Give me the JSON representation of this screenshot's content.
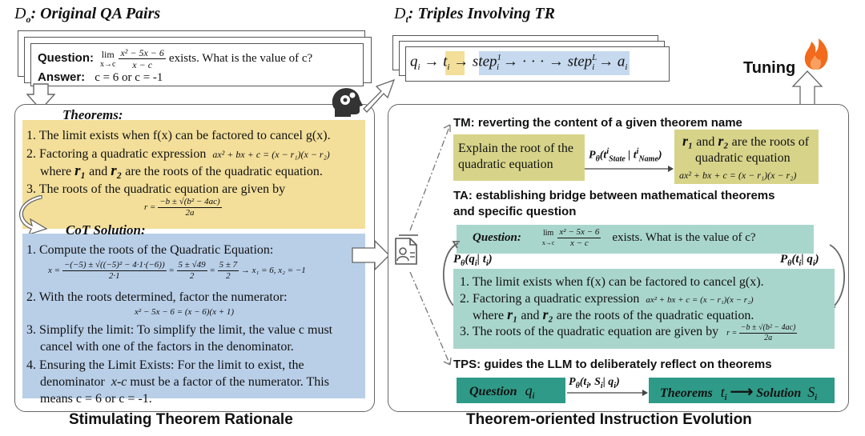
{
  "left": {
    "do_label": "D",
    "do_sub": "o",
    "do_title": ": Original QA Pairs",
    "question_label": "Question:",
    "question_lim": "lim",
    "question_lim_sub": "x→c",
    "question_num": "x² − 5x − 6",
    "question_den": "x − c",
    "question_text": "exists. What is the value of c?",
    "answer_label": "Answer:",
    "answer_text": "c = 6 or c = -1",
    "theorems_title": "Theorems:",
    "theorems": [
      "1. The limit exists when f(x) can be factored to cancel g(x).",
      "2. Factoring a quadratic expression",
      "where",
      "and",
      "are the roots of the quadratic equation.",
      "3. The roots of the quadratic equation are given by"
    ],
    "quad_expr": "ax² + bx + c = (x − r₁)(x − r₂)",
    "r1": "r₁",
    "r2": "r₂",
    "root_formula_lhs": "r =",
    "root_formula_num": "−b ± √(b² − 4ac)",
    "root_formula_den": "2a",
    "cot_title": "CoT Solution:",
    "cot": [
      "1. Compute the roots of the Quadratic Equation:",
      "2. With the roots determined, factor the numerator:",
      "3. Simplify the limit: To simplify the limit, the value c must",
      "cancel with one of the factors in the denominator.",
      "4. Ensuring the Limit Exists: For the limit to exist, the",
      "denominator",
      "x-c",
      "must be a factor of the numerator. This",
      "means c = 6 or c = -1."
    ],
    "cot_eq_lhs": "x =",
    "cot_eq_num1": "−(−5) ± √((−5)² − 4·1·(−6))",
    "cot_eq_den1": "2·1",
    "cot_eq_num2": "5 ± √49",
    "cot_eq_den2": "2",
    "cot_eq_num3": "5 ± 7",
    "cot_eq_den3": "2",
    "cot_eq_result": "→ x₁ = 6, x₂ = −1",
    "factor_eq": "x² − 5x − 6 = (x − 6)(x + 1)",
    "caption": "Stimulating Theorem Rationale"
  },
  "right": {
    "dt_label": "D",
    "dt_sub": "t",
    "dt_title": ": Triples Involving TR",
    "chain": {
      "q": "q",
      "q_sub": "i",
      "t": "t",
      "t_sub": "i",
      "step": "step",
      "step_sub": "i",
      "step1_sup": "1",
      "stepL_sup": "L",
      "dots": "· · ·",
      "a": "a",
      "a_sub": "i"
    },
    "tuning_label": "Tuning",
    "tm_heading": "TM: reverting the content of a given theorem name",
    "tm_left": "Explain the root of the quadratic equation",
    "tm_prob": "P",
    "tm_prob_args": "(t",
    "tm_state": "State",
    "tm_name": "Name",
    "tm_right_1": "are the roots of",
    "tm_right_2": "quadratic equation",
    "ta_heading_1": "TA: establishing bridge between mathematical theorems",
    "ta_heading_2": "and specific question",
    "ta_question_label": "Question:",
    "ta_question_text": "exists. What is the value of c?",
    "p_left": "P",
    "p_left_args": "(q",
    "p_left_rest": "| t",
    "p_right": "P",
    "p_right_args": "(t",
    "p_right_rest": "| q",
    "ta_theorems": [
      "1. The limit exists when f(x) can be factored to cancel g(x).",
      "2. Factoring a quadratic expression",
      "where",
      "and",
      "are the roots of the quadratic equation.",
      "3. The roots of the quadratic equation are given by"
    ],
    "tps_heading": "TPS: guides the LLM to deliberately reflect on theorems",
    "tps_question": "Question",
    "tps_q": "q",
    "tps_q_sub": "i",
    "tps_prob": "P",
    "tps_prob_args": "(t",
    "tps_prob_rest": ", S",
    "tps_prob_end": "| q",
    "tps_theorems": "Theorems",
    "tps_t": "t",
    "tps_t_sub": "i",
    "tps_solution": "Solution",
    "tps_s": "S",
    "tps_s_sub": "i",
    "caption": "Theorem-oriented Instruction Evolution"
  },
  "colors": {
    "yellow": "#f3df9a",
    "blue": "#b9cfe8",
    "olive": "#d7d48a",
    "teal": "#a9d6cc",
    "teal_dark": "#2f9a88",
    "flame": "#f26a1b"
  }
}
